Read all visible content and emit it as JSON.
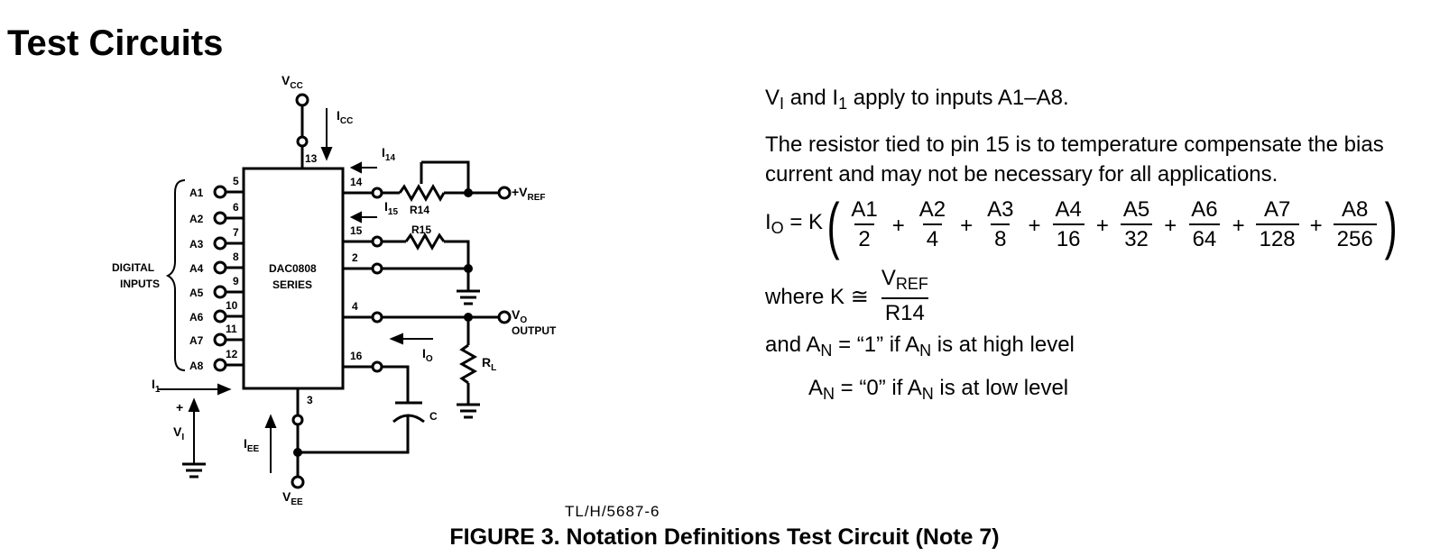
{
  "page": {
    "heading": "Test Circuits",
    "figure_code": "TL/H/5687-6",
    "caption": "FIGURE 3. Notation Definitions Test Circuit (Note 7)"
  },
  "circuit": {
    "vcc": "V",
    "vcc_sub": "CC",
    "icc": "I",
    "icc_sub": "CC",
    "i14": "I",
    "i14_sub": "14",
    "i15": "I",
    "i15_sub": "15",
    "vref": "+V",
    "vref_sub": "REF",
    "r14": "R14",
    "r15": "R15",
    "chip_line1": "DAC0808",
    "chip_line2": "SERIES",
    "group_line1": "DIGITAL",
    "group_line2": "INPUTS",
    "inputs": [
      {
        "name": "A1",
        "pin": "5"
      },
      {
        "name": "A2",
        "pin": "6"
      },
      {
        "name": "A3",
        "pin": "7"
      },
      {
        "name": "A4",
        "pin": "8"
      },
      {
        "name": "A5",
        "pin": "9"
      },
      {
        "name": "A6",
        "pin": "10"
      },
      {
        "name": "A7",
        "pin": "11"
      },
      {
        "name": "A8",
        "pin": "12"
      }
    ],
    "pin13": "13",
    "pin14": "14",
    "pin15": "15",
    "pin2": "2",
    "pin4": "4",
    "pin16": "16",
    "pin3": "3",
    "vo": "V",
    "vo_sub": "O",
    "output": "OUTPUT",
    "io": "I",
    "io_sub": "O",
    "rl": "R",
    "rl_sub": "L",
    "cap": "C",
    "i1": "I",
    "i1_sub": "1",
    "plus": "+",
    "vi": "V",
    "vi_sub": "I",
    "iee": "I",
    "iee_sub": "EE",
    "vee": "V",
    "vee_sub": "EE"
  },
  "notes": {
    "line1_v": "V",
    "line1_v_sub": "I",
    "line1_and": " and ",
    "line1_i": "I",
    "line1_i_sub": "1",
    "line1_rest": " apply to inputs A1–A8.",
    "line2": "The resistor tied to pin 15 is to temperature compensate the bias current and may not be necessary for all applications.",
    "eq_lhs": "I",
    "eq_lhs_sub": "O",
    "eq_mid": " = K",
    "terms": [
      {
        "num": "A1",
        "den": "2"
      },
      {
        "num": "A2",
        "den": "4"
      },
      {
        "num": "A3",
        "den": "8"
      },
      {
        "num": "A4",
        "den": "16"
      },
      {
        "num": "A5",
        "den": "32"
      },
      {
        "num": "A6",
        "den": "64"
      },
      {
        "num": "A7",
        "den": "128"
      },
      {
        "num": "A8",
        "den": "256"
      }
    ],
    "plus": "+",
    "where": "where K ≅",
    "k_num": "V",
    "k_num_sub": "REF",
    "k_den": "R14",
    "and_prefix": "and ",
    "an": "A",
    "an_sub": "N",
    "an_one": " = “1” if ",
    "an_high": " is at high level",
    "an_zero": " = “0” if ",
    "an_low": " is at low level"
  }
}
